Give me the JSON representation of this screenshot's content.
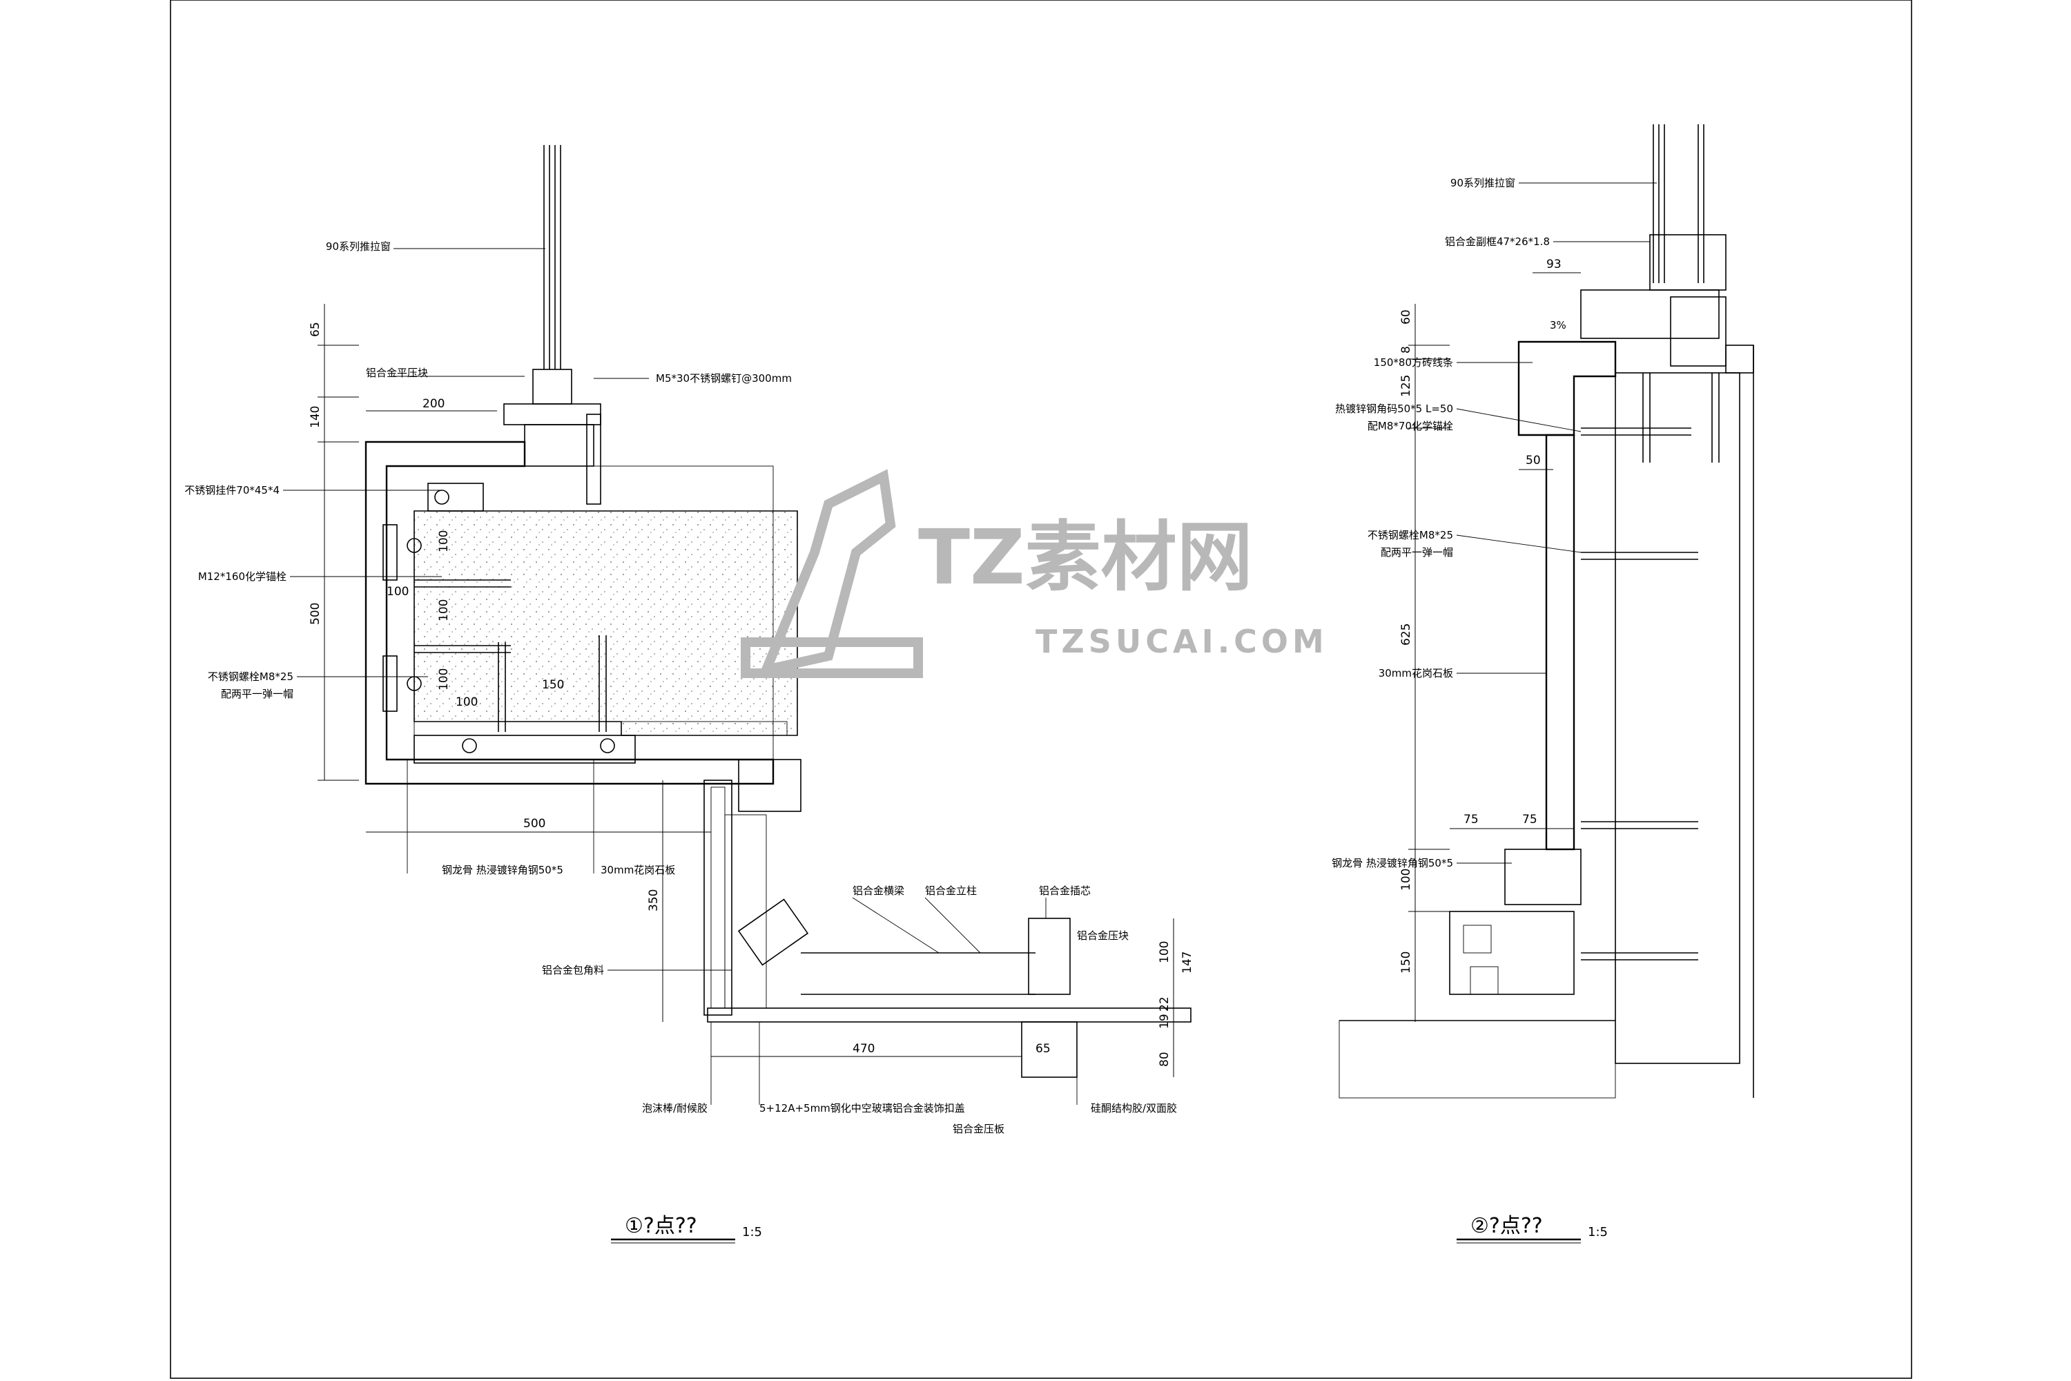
{
  "detail1": {
    "title": "①?点??",
    "scale": "1:5",
    "labels": {
      "window": "90系列推拉窗",
      "alu_press": "铝合金平压块",
      "screw": "M5*30不锈钢螺钉@300mm",
      "stainless_pendant": "不锈钢挂件70*45*4",
      "anchor": "M12*160化学锚栓",
      "bolt_1": "不锈钢螺栓M8*25",
      "bolt_2": "配两平一弹一帽",
      "keel": "钢龙骨 热浸镀锌角钢50*5",
      "granite": "30mm花岗石板",
      "alu_panel": "铝合金包角料",
      "beam": "铝合金横梁",
      "mullion": "铝合金立柱",
      "core": "铝合金插芯",
      "press_block": "铝合金压块",
      "foam": "泡沫棒/耐候胶",
      "glass": "5+12A+5mm钢化中空玻璃铝合金装饰扣盖",
      "alu_cover": "铝合金压板",
      "sealant": "硅酮结构胶/双面胶"
    },
    "dims": {
      "d65": "65",
      "d140": "140",
      "d200": "200",
      "d100a": "100",
      "d100b": "100",
      "d100c": "100",
      "d100d": "100",
      "d100e": "100",
      "d150": "150",
      "d500v": "500",
      "d500h": "500",
      "d350": "350",
      "d470": "470",
      "d65b": "65",
      "d100f": "100",
      "d147": "147",
      "d22": "22",
      "d19": "19",
      "d80": "80"
    }
  },
  "detail2": {
    "title": "②?点??",
    "scale": "1:5",
    "labels": {
      "window": "90系列推拉窗",
      "alu_sub": "铝合金副框47*26*1.8",
      "slope": "3%",
      "drip": "150*80方砖线条",
      "angle_1": "热镀锌钢角码50*5 L=50",
      "angle_2": "配M8*70化学锚栓",
      "bolt_1": "不锈钢螺栓M8*25",
      "bolt_2": "配两平一弹一帽",
      "granite": "30mm花岗石板",
      "keel": "钢龙骨 热浸镀锌角钢50*5"
    },
    "dims": {
      "d93": "93",
      "d60": "60",
      "d8": "8",
      "d125": "125",
      "d50": "50",
      "d625": "625",
      "d75a": "75",
      "d75b": "75",
      "d100": "100",
      "d150": "150"
    }
  },
  "watermark": {
    "brand": "TZ素材网",
    "url": "TZSUCAI.COM",
    "color": "#b8b8b8"
  }
}
